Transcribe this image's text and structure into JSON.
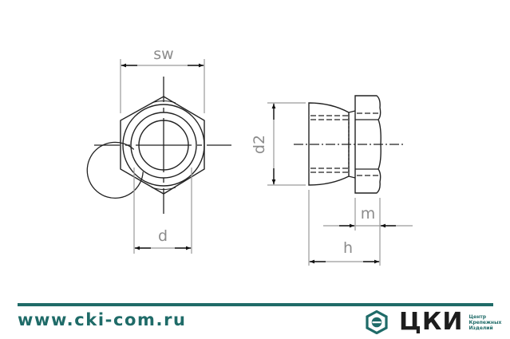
{
  "drawing": {
    "front_view": {
      "labels": {
        "width_across_flats": "sw",
        "thread_diameter": "d"
      }
    },
    "side_view": {
      "labels": {
        "cone_diameter": "d2",
        "hex_height": "m",
        "total_height": "h"
      }
    }
  },
  "footer": {
    "website": "www.cki-com.ru",
    "logo": {
      "name": "ЦКИ",
      "tagline": [
        "Центр",
        "Крепежных",
        "Изделий"
      ],
      "icon": "hex-logo-icon"
    },
    "colors": {
      "brand": "#1f6b68",
      "line": "#1f6b68",
      "text_dark": "#1d1d1d"
    }
  }
}
